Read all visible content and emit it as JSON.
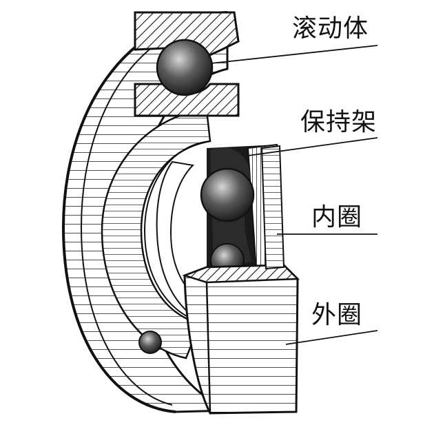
{
  "diagram": {
    "labels": {
      "rolling_element": "滚动体",
      "cage": "保持架",
      "inner_ring": "内圈",
      "outer_ring": "外圈"
    }
  }
}
